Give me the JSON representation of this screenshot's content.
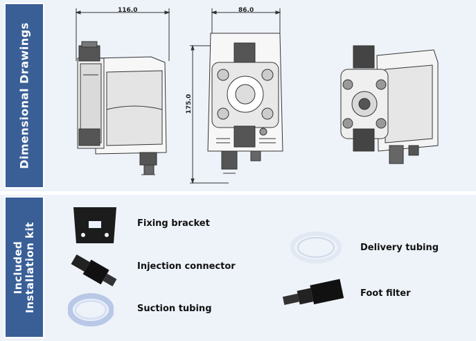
{
  "sections": {
    "drawings": {
      "title": "Dimensional Drawings"
    },
    "kit": {
      "title_line1": "Included",
      "title_line2": "Installation kit"
    }
  },
  "dimensions": {
    "side_width": "116.0",
    "front_width": "86.0",
    "front_height": "175.0"
  },
  "kit_items": {
    "fixing_bracket": "Fixing bracket",
    "injection_connector": "Injection connector",
    "suction_tubing": "Suction tubing",
    "delivery_tubing": "Delivery tubing",
    "foot_filter": "Foot filter"
  }
}
